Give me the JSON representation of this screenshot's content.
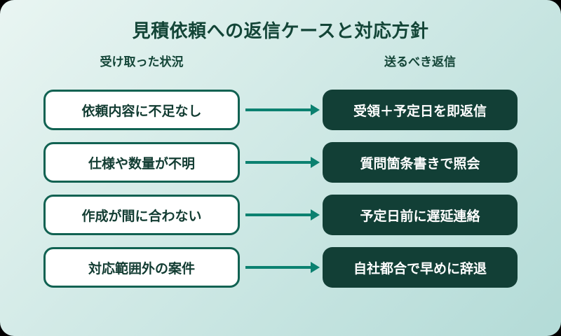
{
  "title": "見積依頼への返信ケースと対応方針",
  "columns": {
    "left_header": "受け取った状況",
    "right_header": "送るべき返信"
  },
  "rows": [
    {
      "situation": "依頼内容に不足なし",
      "reply": "受領＋予定日を即返信"
    },
    {
      "situation": "仕様や数量が不明",
      "reply": "質問箇条書きで照会"
    },
    {
      "situation": "作成が間に合わない",
      "reply": "予定日前に遅延連絡"
    },
    {
      "situation": "対応範囲外の案件",
      "reply": "自社都合で早めに辞退"
    }
  ],
  "icons": {
    "arrow_right_icon": "→"
  },
  "colors": {
    "canvas_outside": "#000000",
    "card_gradient_start": "#e9f5f2",
    "card_gradient_end": "#b3dbd7",
    "heading_text": "#134537",
    "situation_box_fill": "#ffffff",
    "situation_box_border": "#116252",
    "situation_text": "#123c32",
    "reply_box_fill": "#123f36",
    "reply_text": "#ffffff",
    "arrow": "#0b8170"
  }
}
